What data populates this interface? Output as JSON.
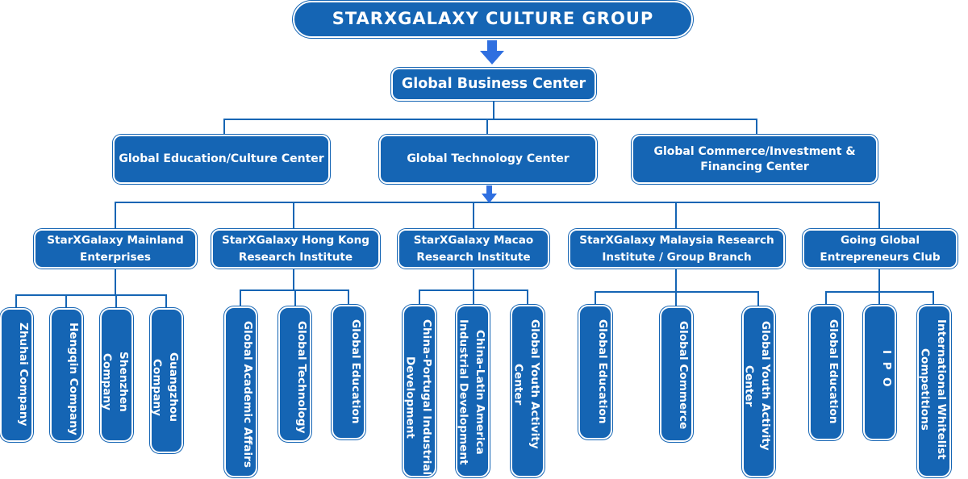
{
  "colors": {
    "box_fill": "#1565b4",
    "arrow": "#2f6fe0",
    "connector": "#1565b4"
  },
  "title": "STARXGALAXY CULTURE GROUP",
  "business_center": "Global Business Center",
  "centers": [
    "Global Education/Culture Center",
    "Global Technology Center",
    "Global Commerce/Investment &\nFinancing Center"
  ],
  "institutes": [
    {
      "name": "StarXGalaxy Mainland\nEnterprises",
      "children": [
        "Zhuhai Company",
        "Hengqin Company",
        "Shenzhen Company",
        "Guangzhou Company"
      ]
    },
    {
      "name": "StarXGalaxy Hong Kong\nResearch Institute",
      "children": [
        "Global Academic Affairs",
        "Global Technology",
        "Global Education"
      ]
    },
    {
      "name": "StarXGalaxy Macao\nResearch Institute",
      "children": [
        "China-Portugal Industrial\nDevelopment",
        "China-Latin America\nIndustrial Development",
        "Global Youth Activity\nCenter"
      ]
    },
    {
      "name": "StarXGalaxy Malaysia Research\nInstitute / Group Branch",
      "children": [
        "Global Education",
        "Global Commerce",
        "Global Youth Activity\nCenter"
      ]
    },
    {
      "name": "Going Global\nEntrepreneurs Club",
      "children": [
        "Global Education",
        "IPO",
        "International Whitelist\nCompetitions"
      ]
    }
  ]
}
